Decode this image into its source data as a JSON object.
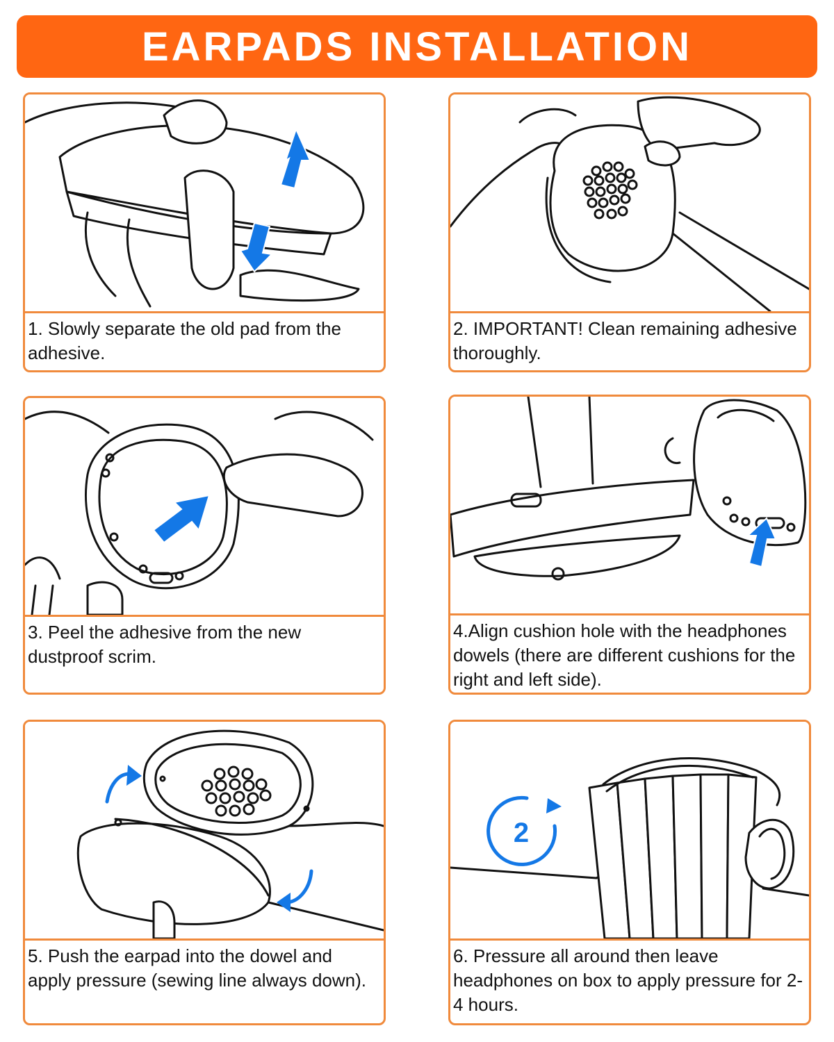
{
  "header": {
    "title": "EARPADS INSTALLATION"
  },
  "steps": [
    {
      "caption": "1. Slowly separate the old pad from the adhesive."
    },
    {
      "caption": "2. IMPORTANT! Clean remaining adhesive thoroughly."
    },
    {
      "caption": "3. Peel the adhesive from the new dustproof scrim."
    },
    {
      "caption": "4.Align cushion hole with the headphones dowels (there are different cushions for the right and left side)."
    },
    {
      "caption": "5. Push the earpad into the dowel and apply pressure (sewing line always down)."
    },
    {
      "caption": "6. Pressure all around then leave headphones on box to apply pressure for 2- 4 hours."
    }
  ],
  "timer": {
    "label": "2"
  },
  "colors": {
    "accent": "#ff6612",
    "border": "#f08a3c",
    "arrow": "#1478e6"
  },
  "icons": [
    "arrow-up-icon",
    "arrow-down-icon",
    "arrow-right-icon",
    "rotate-arrow-icon",
    "timer-icon"
  ]
}
